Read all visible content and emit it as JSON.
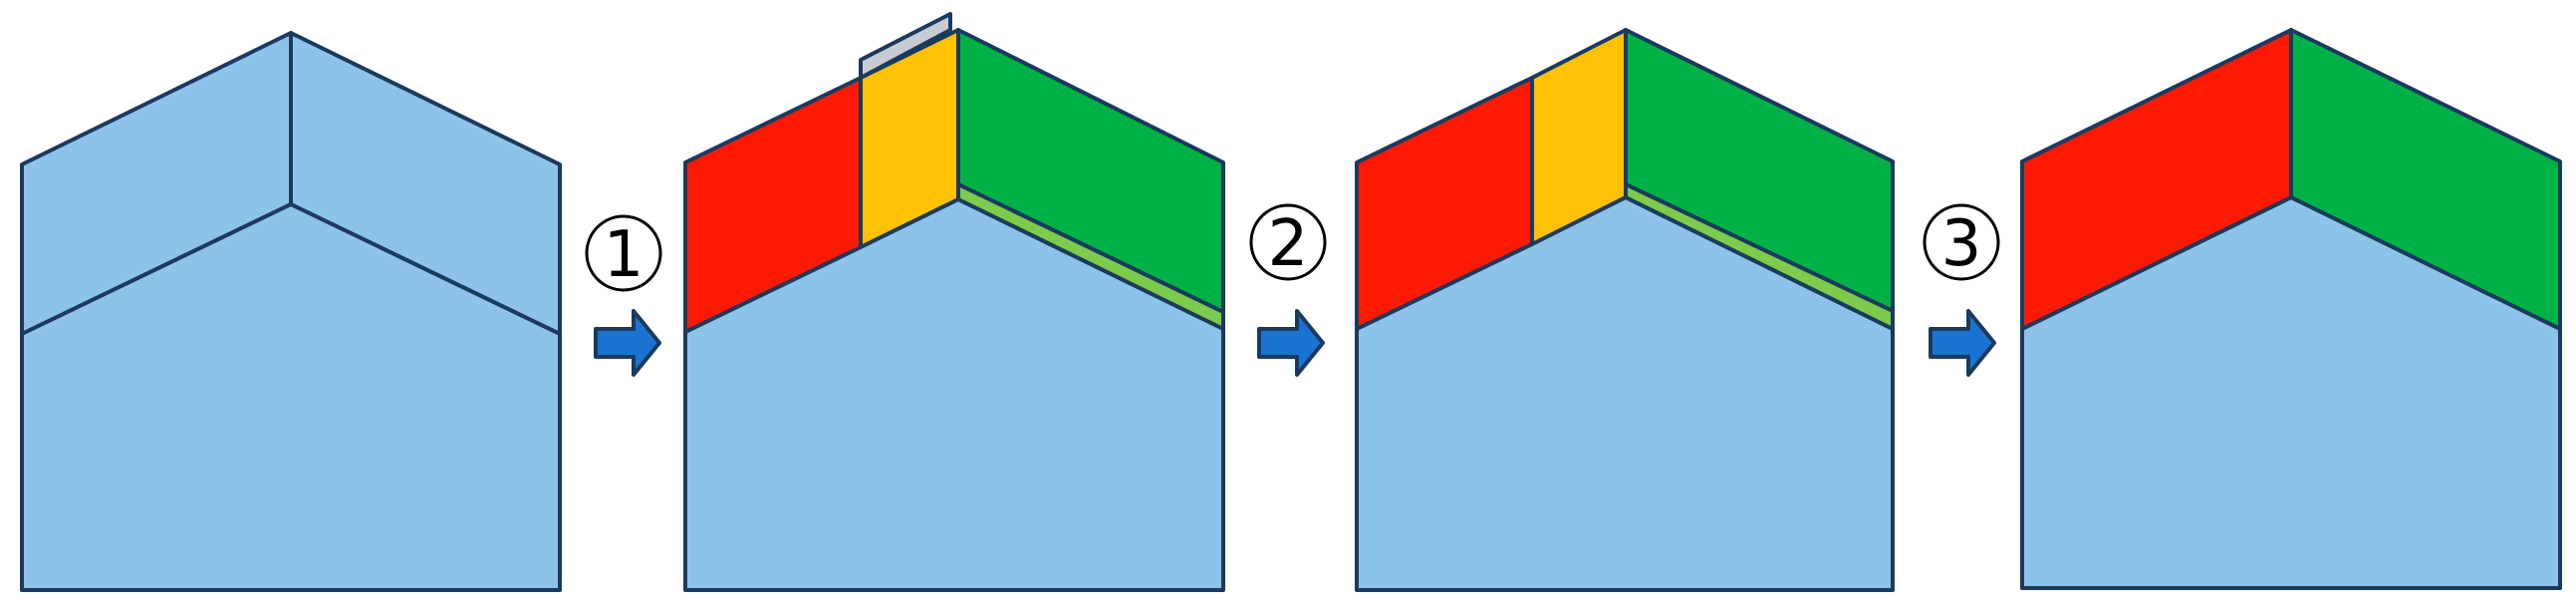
{
  "steps": [
    {
      "label": "1"
    },
    {
      "label": "2"
    },
    {
      "label": "3"
    }
  ],
  "colors": {
    "outline": "#1b3a5e",
    "blue": "#8dc3e8",
    "red": "#fe1905",
    "yellow": "#fec103",
    "green": "#00b146",
    "light_green": "#7ccb4a",
    "gray": "#c8ccd2",
    "arrow": "#1a73d1"
  },
  "icons": {
    "arrow": "right-arrow-icon",
    "step_circle": "circled-number-icon"
  }
}
